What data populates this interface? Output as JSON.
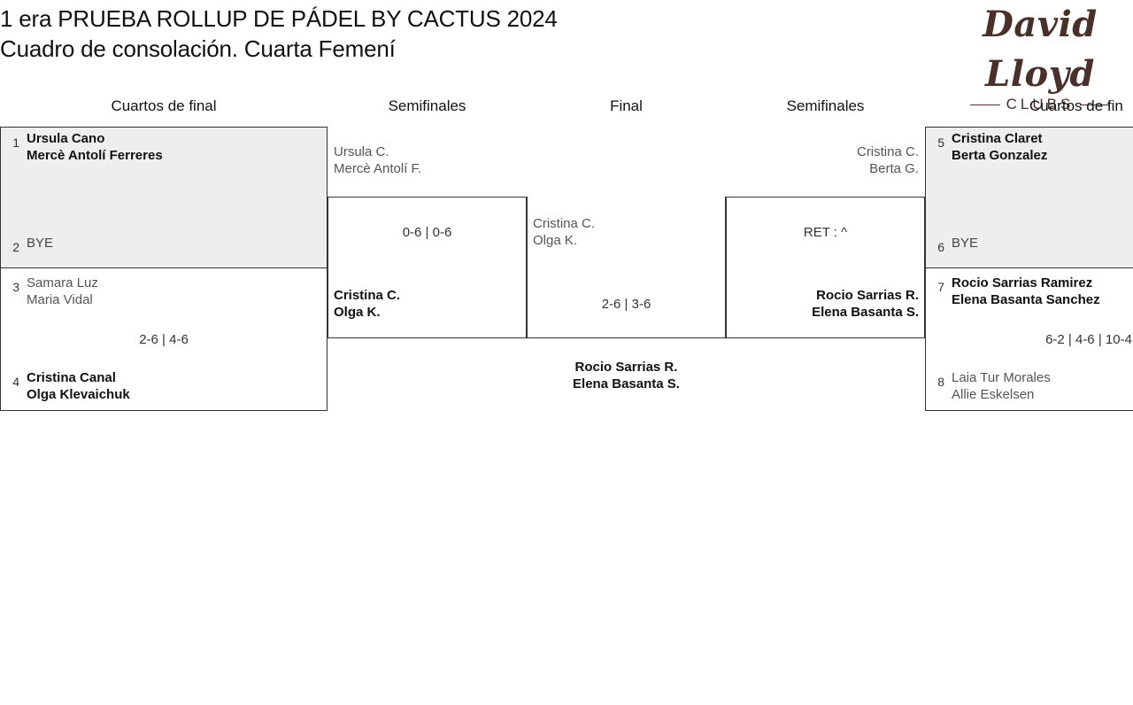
{
  "header": {
    "title_line_1": "1 era PRUEBA ROLLUP DE PÁDEL BY CACTUS 2024",
    "title_line_2": "Cuadro de consolación. Cuarta Femení"
  },
  "logo": {
    "script_text": "David Lloyd",
    "sub_text": "CLUBS",
    "color": "#4a302a"
  },
  "colors": {
    "shaded_box": "#eeeeee",
    "border": "#333333",
    "winner_text": "#111111",
    "loser_text": "#555555"
  },
  "rounds": [
    {
      "label": "Cuartos de final"
    },
    {
      "label": "Semifinales"
    },
    {
      "label": "Final"
    },
    {
      "label": "Semifinales"
    },
    {
      "label": "Cuartos de fin"
    }
  ],
  "bracket": {
    "quarterfinals_left": [
      {
        "seed": "1",
        "player_1": "Ursula Cano",
        "player_2": "Mercè Antolí Ferreres",
        "result": "winner"
      },
      {
        "seed": "2",
        "player_1": "BYE",
        "player_2": "",
        "result": "bye"
      },
      {
        "seed": "3",
        "player_1": "Samara Luz",
        "player_2": "Maria Vidal",
        "result": "loser"
      },
      {
        "seed": "4",
        "player_1": "Cristina Canal",
        "player_2": "Olga Klevaichuk",
        "result": "winner"
      }
    ],
    "quarterfinals_right": [
      {
        "seed": "5",
        "player_1": "Cristina Claret",
        "player_2": "Berta Gonzalez",
        "result": "winner"
      },
      {
        "seed": "6",
        "player_1": "BYE",
        "player_2": "",
        "result": "bye"
      },
      {
        "seed": "7",
        "player_1": "Rocio Sarrias Ramirez",
        "player_2": "Elena Basanta Sanchez",
        "result": "winner"
      },
      {
        "seed": "8",
        "player_1": "Laia Tur Morales",
        "player_2": "Allie Eskelsen",
        "result": "loser"
      }
    ],
    "semifinal_left": {
      "top_player_1": "Ursula C.",
      "top_player_2": "Mercè Antolí F.",
      "bottom_player_1": "Cristina C.",
      "bottom_player_2": "Olga K.",
      "score": "0-6 | 0-6"
    },
    "semifinal_right": {
      "top_player_1": "Cristina C.",
      "top_player_2": "Berta G.",
      "bottom_player_1": "Rocio Sarrias R.",
      "bottom_player_2": "Elena Basanta S.",
      "score": "RET : ^"
    },
    "final": {
      "left_player_1": "Cristina C.",
      "left_player_2": "Olga K.",
      "score": "2-6 | 3-6",
      "champion_player_1": "Rocio Sarrias R.",
      "champion_player_2": "Elena Basanta S."
    },
    "scores": {
      "quarterfinal_left_bottom": "2-6 | 4-6",
      "quarterfinal_right_bottom": "6-2 | 4-6 | 10-4"
    }
  }
}
